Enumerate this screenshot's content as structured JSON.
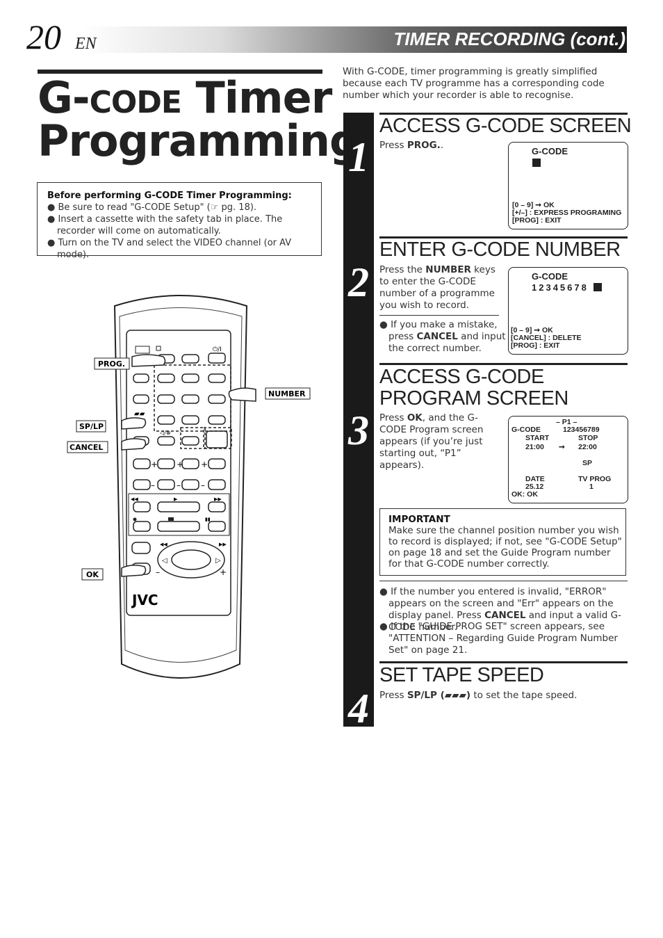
{
  "header": {
    "page_number": "20",
    "lang": "EN",
    "section": "TIMER RECORDING (cont.)"
  },
  "title": {
    "line1_prefix": "G-",
    "line1_code": "CODE",
    "line1_rest": " Timer",
    "line2": "Programming"
  },
  "intro": "With G-CODE, timer programming is greatly simplified because each TV programme has a corresponding code number which your recorder is able to recognise.",
  "before": {
    "title": "Before performing G-CODE Timer Programming:",
    "items": [
      "● Be sure to read \"G-CODE Setup\" (☞ pg. 18).",
      "● Insert a cassette with the safety tab in place. The recorder will come on automatically.",
      "● Turn on the TV and select the VIDEO channel (or AV mode)."
    ]
  },
  "remote": {
    "labels": {
      "prog": "PROG.",
      "sp_lp": "SP/LP",
      "cancel": "CANCEL",
      "ok": "OK",
      "number": "NUMBER"
    },
    "brand": "JVC"
  },
  "steps": [
    {
      "number": "1",
      "heading": "ACCESS G-CODE SCREEN",
      "text_prefix": "Press ",
      "text_bold": "PROG.",
      "text_suffix": ".",
      "screen": {
        "title": "G-CODE",
        "line1": "[0 – 9] ➞ OK",
        "line2": "[+/–] : EXPRESS PROGRAMING",
        "line3": "[PROG] : EXIT"
      }
    },
    {
      "number": "2",
      "heading": "ENTER G-CODE NUMBER",
      "text_a": "Press the ",
      "text_bold": "NUMBER",
      "text_b": " keys to enter the G-CODE number of a programme you wish to record.",
      "note_a": "● If you make a mistake, press ",
      "note_bold": "CANCEL",
      "note_b": " and input the correct number.",
      "screen": {
        "title": "G-CODE",
        "digits": "12345678",
        "line1": "[0 – 9] ➞ OK",
        "line2": "[CANCEL] : DELETE",
        "line3": "[PROG] : EXIT"
      }
    },
    {
      "number": "3",
      "heading_line1": "ACCESS G-CODE",
      "heading_line2": "PROGRAM SCREEN",
      "text_a": "Press ",
      "text_bold": "OK",
      "text_b": ", and the G-CODE Program screen appears (if you’re just starting out, “P1” appears).",
      "screen": {
        "p1": "– P1 –",
        "gcode_label": "G-CODE",
        "gcode_value": "123456789",
        "start_label": "START",
        "stop_label": "STOP",
        "start_time": "21:00",
        "arrow": "➞",
        "stop_time": "22:00",
        "speed": "SP",
        "date_label": "DATE",
        "tvprog_label": "TV PROG",
        "date_value": "25.12",
        "tvprog_value": "1",
        "ok_line": "OK: OK"
      },
      "important": {
        "title": "IMPORTANT",
        "text": "Make sure the channel position number you wish to record is displayed; if not, see \"G-CODE Setup\" on page 18 and set the Guide Program number for that G-CODE number correctly."
      },
      "notes": [
        {
          "a": "● If the number you entered is invalid, \"ERROR\" appears on the screen and \"Err\" appears on the display panel. Press ",
          "bold": "CANCEL",
          "b": " and input a valid G-CODE number."
        },
        {
          "a": "● If the \"GUIDE PROG SET\" screen appears, see \"ATTENTION – Regarding Guide Program Number Set\" on page 21.",
          "bold": "",
          "b": ""
        }
      ]
    },
    {
      "number": "4",
      "heading": "SET TAPE SPEED",
      "text_a": "Press ",
      "text_bold": "SP/LP (▰▰▰)",
      "text_b": " to set the tape speed."
    }
  ]
}
